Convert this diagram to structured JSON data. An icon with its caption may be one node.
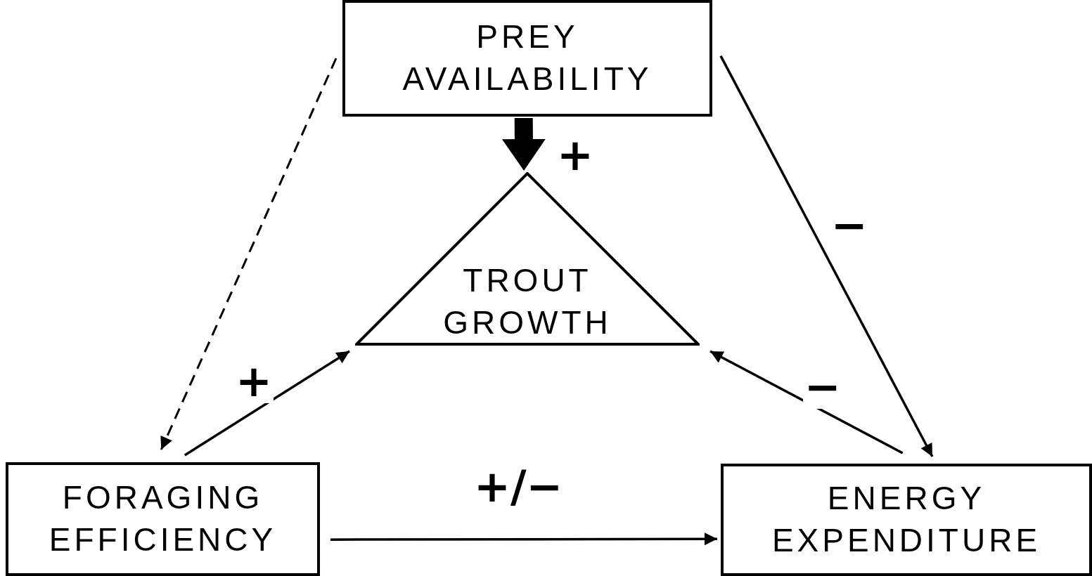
{
  "diagram": {
    "nodes": [
      {
        "text": [
          "PREY AVAILABILITY"
        ]
      },
      {
        "text": [
          "TROUT GROWTH"
        ]
      },
      {
        "text": [
          "FORAGING EFFICIENCY"
        ]
      },
      {
        "text": [
          "ENERGY EXPENDITURE"
        ]
      }
    ],
    "edges": [
      {
        "from": 0,
        "to": 1,
        "arrow": "to",
        "style": "thick",
        "label": "+"
      },
      {
        "from": 0,
        "to": 2,
        "arrow": "to",
        "style": "dashed"
      },
      {
        "from": 0,
        "to": 3,
        "arrow": "to",
        "label": "−"
      },
      {
        "from": 2,
        "to": 1,
        "arrow": "to",
        "label": "+"
      },
      {
        "from": 3,
        "to": 1,
        "arrow": "to",
        "label": "−"
      },
      {
        "from": 2,
        "to": 3,
        "arrow": "to",
        "label": "+/−"
      }
    ]
  }
}
